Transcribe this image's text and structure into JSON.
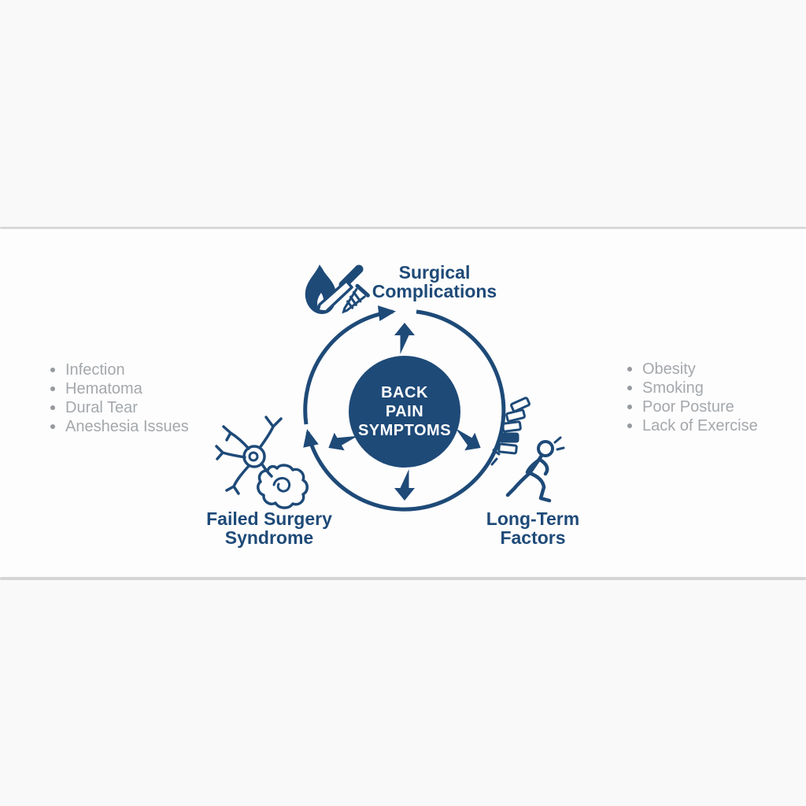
{
  "title": "Back pain symptoms cycle infographic",
  "center": {
    "line1": "BACK",
    "line2": "PAIN",
    "line3": "SYMPTOMS"
  },
  "nodes": {
    "surgical": {
      "line1": "Surgical",
      "line2": "Complications",
      "icon": "flame-scalpel-screw-icon"
    },
    "failed": {
      "line1": "Failed Surgery",
      "line2": "Syndrome",
      "icon": "nerve-scar-icon"
    },
    "longterm": {
      "line1": "Long-Term",
      "line2": "Factors",
      "icon": "spine-runner-icon"
    }
  },
  "lists": {
    "surgical_complications": {
      "items": [
        "Infection",
        "Hematoma",
        "Dural Tear",
        "Aneshesia Issues"
      ]
    },
    "longterm_factors": {
      "items": [
        "Obesity",
        "Smoking",
        "Poor Posture",
        "Lack of Exercise"
      ]
    }
  },
  "colors": {
    "navy": "#1e4a78",
    "circle_text": "#ffffff",
    "list_text": "#a4a8ac",
    "bullet": "#96999d",
    "divider": "#d9d9d9",
    "background": "#f9f9f9",
    "band": "#fdfdfd"
  }
}
